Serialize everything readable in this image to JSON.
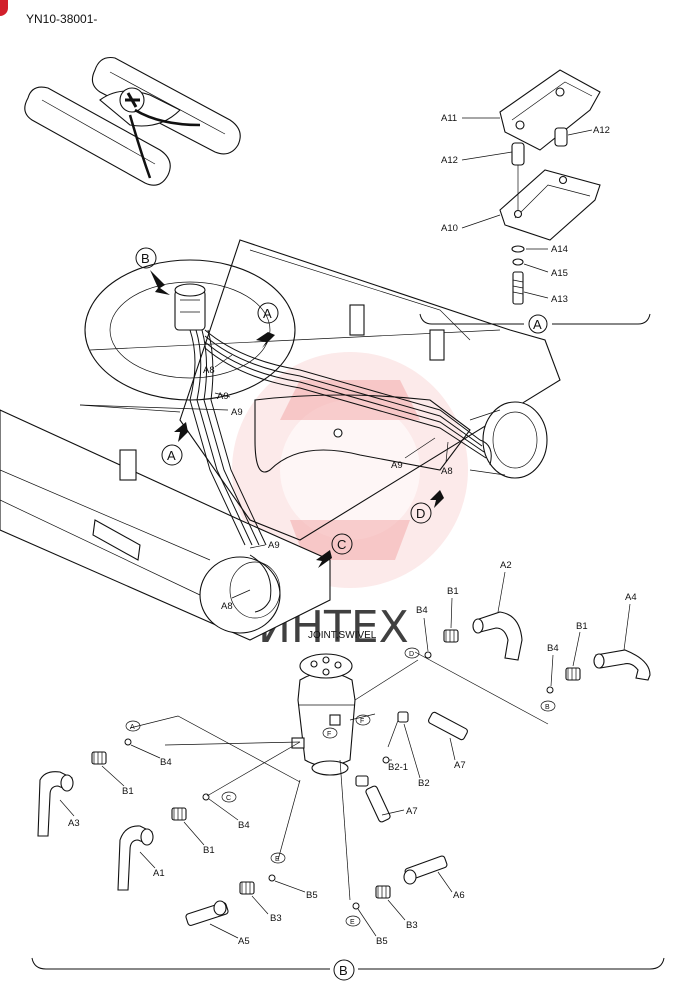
{
  "header": {
    "code": "YN10-38001-"
  },
  "watermark": {
    "text": "ИНТЕХ",
    "color": "#f2a9a9"
  },
  "main_view": {
    "callouts": [
      "B",
      "A",
      "A",
      "C",
      "D"
    ],
    "labels": [
      "A8",
      "A9",
      "A9",
      "A9",
      "A8",
      "A9",
      "A8"
    ]
  },
  "detail_a": {
    "key": "A",
    "parts": [
      "A11",
      "A12",
      "A12",
      "A10",
      "A14",
      "A15",
      "A13"
    ]
  },
  "detail_b": {
    "key": "B",
    "title": "JOINT,SWIVEL",
    "parts": [
      "B4",
      "B1",
      "A2",
      "B1",
      "A4",
      "B4",
      "B4",
      "B1",
      "A3",
      "B1",
      "A1",
      "B4",
      "B2-1",
      "B2",
      "A7",
      "A7",
      "B5",
      "B3",
      "A6",
      "B3",
      "B5",
      "A5"
    ],
    "port_tags": [
      "D",
      "A",
      "B",
      "F",
      "F",
      "C",
      "E",
      "E"
    ]
  }
}
